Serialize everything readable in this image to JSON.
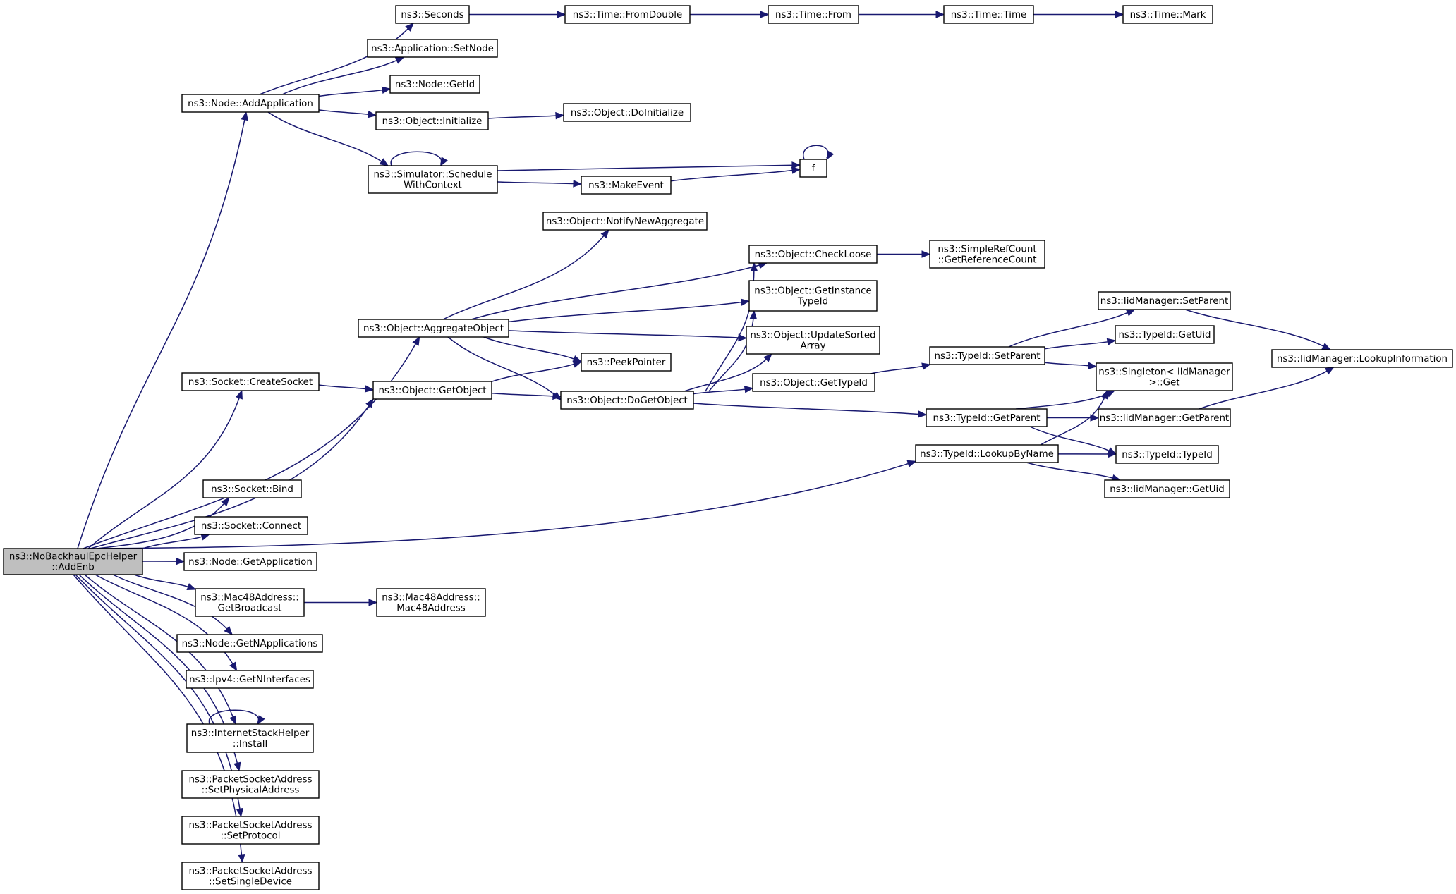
{
  "diagram": {
    "type": "call-graph",
    "root": "n_root",
    "nodes": [
      {
        "id": "n_root",
        "lines": [
          "ns3::NoBackhaulEpcHelper",
          "::AddEnb"
        ],
        "root": true
      },
      {
        "id": "n_addapp",
        "lines": [
          "ns3::Node::AddApplication"
        ]
      },
      {
        "id": "n_seconds",
        "lines": [
          "ns3::Seconds"
        ]
      },
      {
        "id": "n_fromdouble",
        "lines": [
          "ns3::Time::FromDouble"
        ]
      },
      {
        "id": "n_from",
        "lines": [
          "ns3::Time::From"
        ]
      },
      {
        "id": "n_time",
        "lines": [
          "ns3::Time::Time"
        ]
      },
      {
        "id": "n_mark",
        "lines": [
          "ns3::Time::Mark"
        ]
      },
      {
        "id": "n_setnode",
        "lines": [
          "ns3::Application::SetNode"
        ]
      },
      {
        "id": "n_getid",
        "lines": [
          "ns3::Node::GetId"
        ]
      },
      {
        "id": "n_init",
        "lines": [
          "ns3::Object::Initialize"
        ]
      },
      {
        "id": "n_doinit",
        "lines": [
          "ns3::Object::DoInitialize"
        ]
      },
      {
        "id": "n_schedule",
        "lines": [
          "ns3::Simulator::Schedule",
          "WithContext"
        ]
      },
      {
        "id": "n_f",
        "lines": [
          "f"
        ]
      },
      {
        "id": "n_makeevent",
        "lines": [
          "ns3::MakeEvent"
        ]
      },
      {
        "id": "n_notify",
        "lines": [
          "ns3::Object::NotifyNewAggregate"
        ]
      },
      {
        "id": "n_aggregate",
        "lines": [
          "ns3::Object::AggregateObject"
        ]
      },
      {
        "id": "n_checkloose",
        "lines": [
          "ns3::Object::CheckLoose"
        ]
      },
      {
        "id": "n_refcount",
        "lines": [
          "ns3::SimpleRefCount",
          "::GetReferenceCount"
        ]
      },
      {
        "id": "n_getinst",
        "lines": [
          "ns3::Object::GetInstance",
          "TypeId"
        ]
      },
      {
        "id": "n_updsorted",
        "lines": [
          "ns3::Object::UpdateSorted",
          "Array"
        ]
      },
      {
        "id": "n_createsocket",
        "lines": [
          "ns3::Socket::CreateSocket"
        ]
      },
      {
        "id": "n_getobject",
        "lines": [
          "ns3::Object::GetObject"
        ]
      },
      {
        "id": "n_peek",
        "lines": [
          "ns3::PeekPointer"
        ]
      },
      {
        "id": "n_dogetobject",
        "lines": [
          "ns3::Object::DoGetObject"
        ]
      },
      {
        "id": "n_gettypeid",
        "lines": [
          "ns3::Object::GetTypeId"
        ]
      },
      {
        "id": "n_setparent",
        "lines": [
          "ns3::TypeId::SetParent"
        ]
      },
      {
        "id": "n_iid_setparent",
        "lines": [
          "ns3::IidManager::SetParent"
        ]
      },
      {
        "id": "n_getuid",
        "lines": [
          "ns3::TypeId::GetUid"
        ]
      },
      {
        "id": "n_lookupinfo",
        "lines": [
          "ns3::IidManager::LookupInformation"
        ]
      },
      {
        "id": "n_singleton",
        "lines": [
          "ns3::Singleton< IidManager",
          ">::Get"
        ]
      },
      {
        "id": "n_getparent",
        "lines": [
          "ns3::TypeId::GetParent"
        ]
      },
      {
        "id": "n_iid_getparent",
        "lines": [
          "ns3::IidManager::GetParent"
        ]
      },
      {
        "id": "n_lookupbyname",
        "lines": [
          "ns3::TypeId::LookupByName"
        ]
      },
      {
        "id": "n_typeid",
        "lines": [
          "ns3::TypeId::TypeId"
        ]
      },
      {
        "id": "n_iid_getuid",
        "lines": [
          "ns3::IidManager::GetUid"
        ]
      },
      {
        "id": "n_bind",
        "lines": [
          "ns3::Socket::Bind"
        ]
      },
      {
        "id": "n_connect",
        "lines": [
          "ns3::Socket::Connect"
        ]
      },
      {
        "id": "n_getapp",
        "lines": [
          "ns3::Node::GetApplication"
        ]
      },
      {
        "id": "n_getbroadcast",
        "lines": [
          "ns3::Mac48Address::",
          "GetBroadcast"
        ]
      },
      {
        "id": "n_mac48",
        "lines": [
          "ns3::Mac48Address::",
          "Mac48Address"
        ]
      },
      {
        "id": "n_getnapps",
        "lines": [
          "ns3::Node::GetNApplications"
        ]
      },
      {
        "id": "n_getnif",
        "lines": [
          "ns3::Ipv4::GetNInterfaces"
        ]
      },
      {
        "id": "n_install",
        "lines": [
          "ns3::InternetStackHelper",
          "::Install"
        ]
      },
      {
        "id": "n_setphys",
        "lines": [
          "ns3::PacketSocketAddress",
          "::SetPhysicalAddress"
        ]
      },
      {
        "id": "n_setproto",
        "lines": [
          "ns3::PacketSocketAddress",
          "::SetProtocol"
        ]
      },
      {
        "id": "n_setsingle",
        "lines": [
          "ns3::PacketSocketAddress",
          "::SetSingleDevice"
        ]
      }
    ],
    "edges": [
      [
        "n_root",
        "n_addapp"
      ],
      [
        "n_root",
        "n_aggregate"
      ],
      [
        "n_root",
        "n_createsocket"
      ],
      [
        "n_root",
        "n_getobject"
      ],
      [
        "n_root",
        "n_lookupbyname"
      ],
      [
        "n_root",
        "n_bind"
      ],
      [
        "n_root",
        "n_connect"
      ],
      [
        "n_root",
        "n_getapp"
      ],
      [
        "n_root",
        "n_getbroadcast"
      ],
      [
        "n_root",
        "n_getnapps"
      ],
      [
        "n_root",
        "n_getnif"
      ],
      [
        "n_root",
        "n_install"
      ],
      [
        "n_root",
        "n_setphys"
      ],
      [
        "n_root",
        "n_setproto"
      ],
      [
        "n_root",
        "n_setsingle"
      ],
      [
        "n_addapp",
        "n_seconds"
      ],
      [
        "n_addapp",
        "n_setnode"
      ],
      [
        "n_addapp",
        "n_getid"
      ],
      [
        "n_addapp",
        "n_init"
      ],
      [
        "n_addapp",
        "n_schedule"
      ],
      [
        "n_seconds",
        "n_fromdouble"
      ],
      [
        "n_fromdouble",
        "n_from"
      ],
      [
        "n_from",
        "n_time"
      ],
      [
        "n_time",
        "n_mark"
      ],
      [
        "n_init",
        "n_doinit"
      ],
      [
        "n_schedule",
        "n_schedule"
      ],
      [
        "n_schedule",
        "n_f"
      ],
      [
        "n_schedule",
        "n_makeevent"
      ],
      [
        "n_makeevent",
        "n_f"
      ],
      [
        "n_f",
        "n_f"
      ],
      [
        "n_aggregate",
        "n_notify"
      ],
      [
        "n_aggregate",
        "n_checkloose"
      ],
      [
        "n_aggregate",
        "n_getinst"
      ],
      [
        "n_aggregate",
        "n_updsorted"
      ],
      [
        "n_aggregate",
        "n_peek"
      ],
      [
        "n_aggregate",
        "n_dogetobject"
      ],
      [
        "n_checkloose",
        "n_refcount"
      ],
      [
        "n_createsocket",
        "n_getobject"
      ],
      [
        "n_getobject",
        "n_peek"
      ],
      [
        "n_getobject",
        "n_dogetobject"
      ],
      [
        "n_dogetobject",
        "n_checkloose"
      ],
      [
        "n_dogetobject",
        "n_getinst"
      ],
      [
        "n_dogetobject",
        "n_updsorted"
      ],
      [
        "n_dogetobject",
        "n_gettypeid"
      ],
      [
        "n_dogetobject",
        "n_getparent"
      ],
      [
        "n_gettypeid",
        "n_setparent"
      ],
      [
        "n_setparent",
        "n_iid_setparent"
      ],
      [
        "n_setparent",
        "n_getuid"
      ],
      [
        "n_setparent",
        "n_singleton"
      ],
      [
        "n_iid_setparent",
        "n_lookupinfo"
      ],
      [
        "n_getparent",
        "n_singleton"
      ],
      [
        "n_getparent",
        "n_iid_getparent"
      ],
      [
        "n_getparent",
        "n_typeid"
      ],
      [
        "n_iid_getparent",
        "n_lookupinfo"
      ],
      [
        "n_lookupbyname",
        "n_singleton"
      ],
      [
        "n_lookupbyname",
        "n_typeid"
      ],
      [
        "n_lookupbyname",
        "n_iid_getuid"
      ],
      [
        "n_getbroadcast",
        "n_mac48"
      ],
      [
        "n_install",
        "n_install"
      ]
    ]
  },
  "colors": {
    "edge": "#191970",
    "node_fill": "#ffffff",
    "root_fill": "#bfbfbf",
    "node_stroke": "#000000"
  }
}
